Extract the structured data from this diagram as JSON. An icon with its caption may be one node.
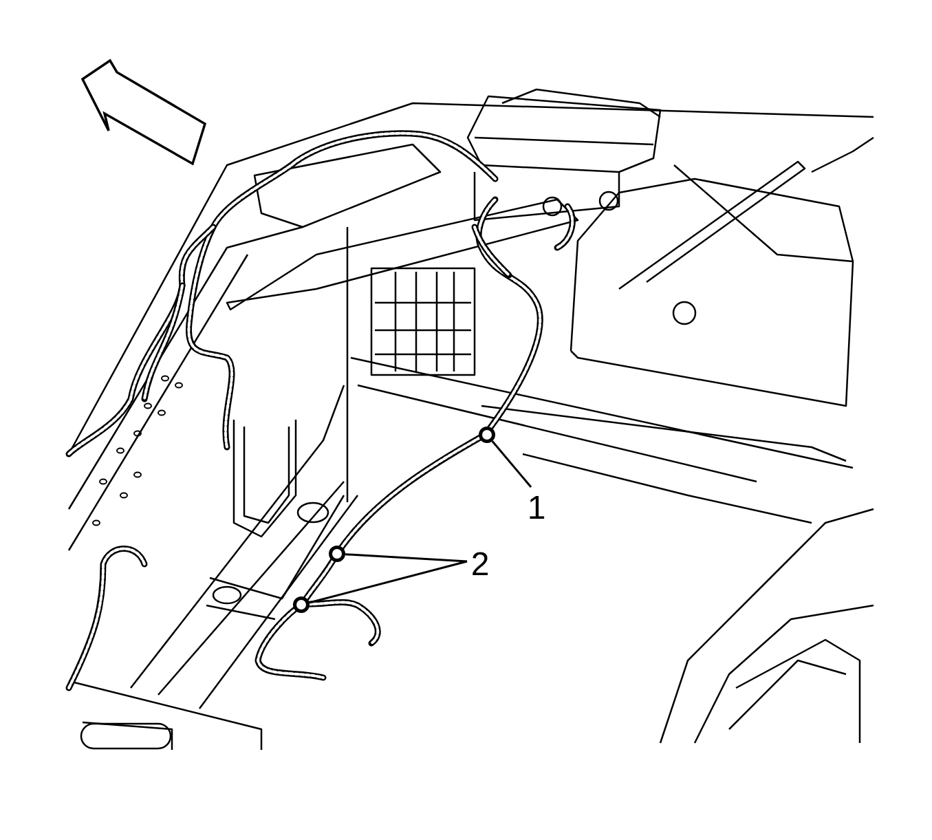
{
  "diagram": {
    "nodes": [
      {
        "text": [
          "1"
        ]
      },
      {
        "text": [],
        "shape": "circle"
      },
      {
        "text": [
          "2"
        ]
      },
      {
        "text": [],
        "shape": "circle"
      },
      {
        "text": [],
        "shape": "circle"
      }
    ],
    "edges": [
      {
        "from": 0,
        "to": 1,
        "arrow": "none"
      },
      {
        "from": 2,
        "to": 3,
        "arrow": "none"
      },
      {
        "from": 2,
        "to": 4,
        "arrow": "none"
      }
    ]
  }
}
